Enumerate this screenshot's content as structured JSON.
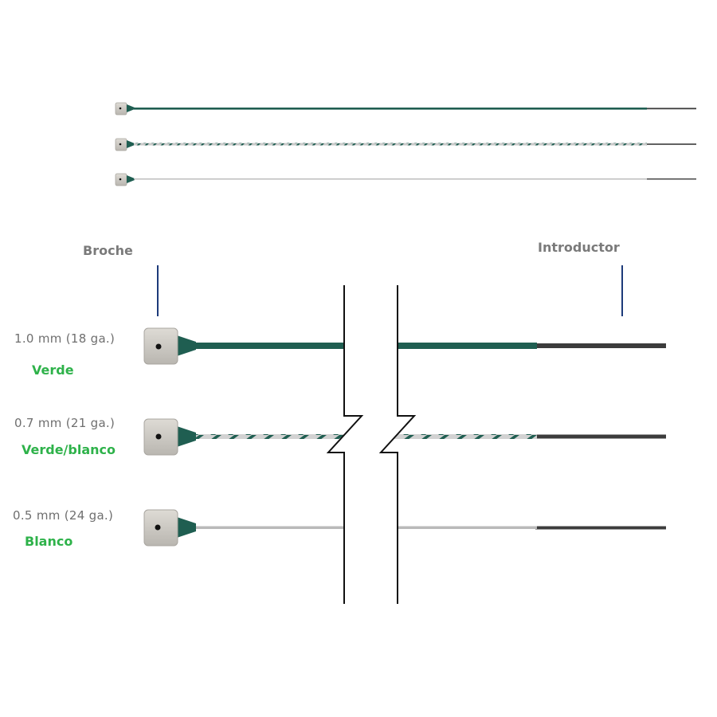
{
  "header": {
    "left_label": "Broche",
    "right_label": "Introductor"
  },
  "electrodes": [
    {
      "size": "1.0 mm (18 ga.)",
      "color_name": "Verde",
      "wire_style": "solid-green"
    },
    {
      "size": "0.7 mm (21 ga.)",
      "color_name": "Verde/blanco",
      "wire_style": "twisted-green-white"
    },
    {
      "size": "0.5 mm (24 ga.)",
      "color_name": "Blanco",
      "wire_style": "solid-white"
    }
  ],
  "colors": {
    "green_wire": "#1f5e51",
    "white_wire": "#b9b9b9",
    "introducer": "#3c3c3c",
    "snap_body": "#cfccc6",
    "label_green": "#2eb24a",
    "callout_line": "#1d3a7a"
  }
}
